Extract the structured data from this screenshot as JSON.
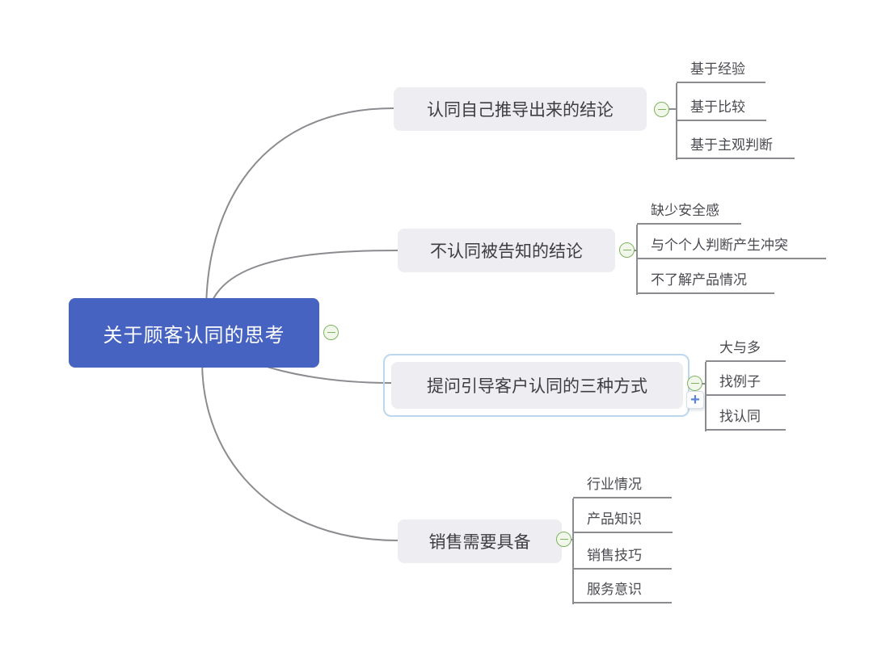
{
  "root": {
    "label": "关于顾客认同的思考"
  },
  "branches": [
    {
      "label": "认同自己推导出来的结论",
      "selected": false,
      "children": [
        "基于经验",
        "基于比较",
        "基于主观判断"
      ]
    },
    {
      "label": "不认同被告知的结论",
      "selected": false,
      "children": [
        "缺少安全感",
        "与个个人判断产生冲突",
        "不了解产品情况"
      ]
    },
    {
      "label": "提问引导客户认同的三种方式",
      "selected": true,
      "children": [
        "大与多",
        "找例子",
        "找认同"
      ]
    },
    {
      "label": "销售需要具备",
      "selected": false,
      "children": [
        "行业情况",
        "产品知识",
        "销售技巧",
        "服务意识"
      ]
    }
  ],
  "icons": {
    "collapse": "−",
    "add": "+"
  },
  "colors": {
    "root_bg": "#4763C1",
    "root_text": "#FFFFFF",
    "topic_bg": "#EDEDF2",
    "topic_text": "#3D3D43",
    "leaf_text": "#4A4A50",
    "connector_line": "#8C8C90",
    "collapse_green": "#7FB35E",
    "selection_border": "#BCD8F1",
    "add_button_blue": "#5B86D7"
  }
}
